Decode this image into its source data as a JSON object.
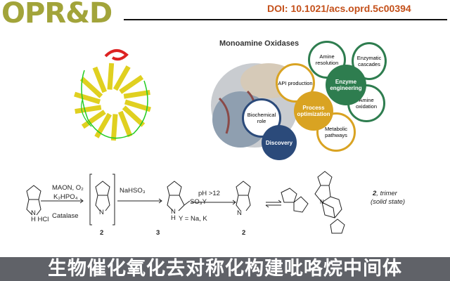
{
  "header": {
    "logo": "OPR&D",
    "doi": "DOI:  10.1021/acs.oprd.5c00394"
  },
  "graphic": {
    "title": "Monoamine Oxidases",
    "circles": {
      "amine_resolution": "Amine resolution",
      "enzymatic_cascades": "Enzymatic cascades",
      "enzyme_engineering": "Enzyme engineering",
      "amine_oxidation": "Amine oxidation",
      "api_production": "API production",
      "process_optimization": "Process optimization",
      "biochemical_role": "Biochemical role",
      "discovery": "Discovery",
      "metabolic_pathways": "Metabolic pathways"
    }
  },
  "scheme": {
    "sm_salt": "H  HCl",
    "sm_n": "N",
    "step1_reagents_1": "MAON, O₂",
    "step1_reagents_2": "K₂HPO₄",
    "step1_reagents_3": "Catalase",
    "int_n": "N",
    "int_label": "2",
    "step2_reagent": "NaHSO₃",
    "adduct_group": "SO₃Y",
    "adduct_nh": "N",
    "adduct_h": "H",
    "adduct_y": "Y = Na, K",
    "adduct_label": "3",
    "step3_reagent": "pH >12",
    "product_n": "N",
    "product_label": "2",
    "trimer_label_bold": "2",
    "trimer_label": ", trimer",
    "trimer_state": "(solid state)",
    "trimer_n": "N"
  },
  "banner": {
    "title": "生物催化氧化去对称化构建吡咯烷中间体"
  },
  "colors": {
    "logo": "#a2a43a",
    "doi": "#c4501a",
    "green": "#2e7d4f",
    "gold": "#d9a322",
    "navy": "#2b4a7a",
    "banner": "#606268"
  }
}
